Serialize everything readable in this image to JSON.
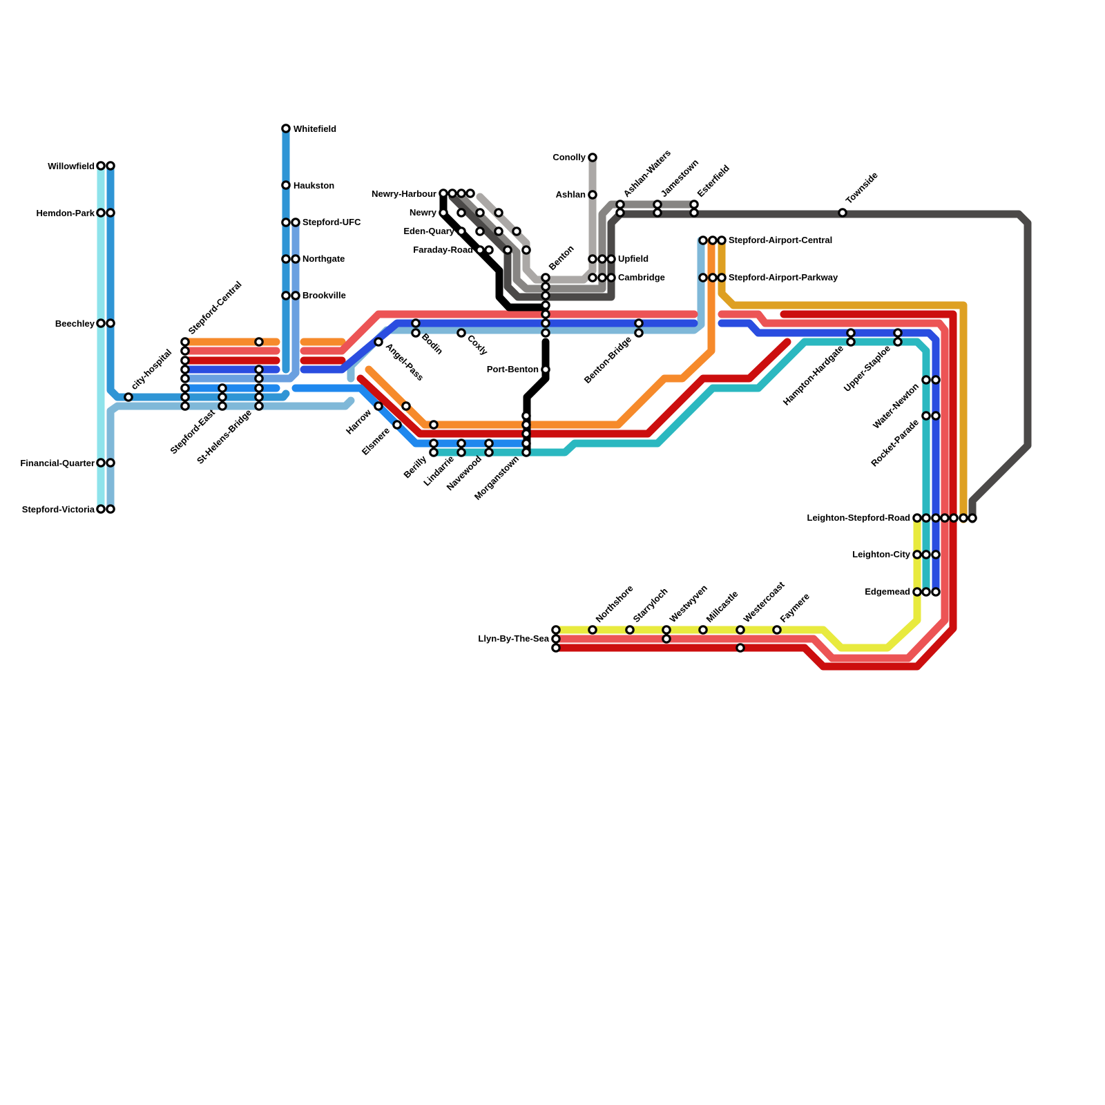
{
  "map": {
    "lines": [
      {
        "id": "light-cyan",
        "color": "#8ee3eb"
      },
      {
        "id": "sky-blue",
        "color": "#2f95d5"
      },
      {
        "id": "powder-blue",
        "color": "#7fb8d8"
      },
      {
        "id": "periwinkle",
        "color": "#6aa0e0"
      },
      {
        "id": "orange",
        "color": "#f68a2b"
      },
      {
        "id": "coral",
        "color": "#ec5455"
      },
      {
        "id": "red",
        "color": "#cc0e0e"
      },
      {
        "id": "royal-blue",
        "color": "#2a4de0"
      },
      {
        "id": "azure",
        "color": "#1f88ee"
      },
      {
        "id": "teal",
        "color": "#2bb8c0"
      },
      {
        "id": "black",
        "color": "#000000"
      },
      {
        "id": "silver",
        "color": "#aba8a6"
      },
      {
        "id": "grey",
        "color": "#878583"
      },
      {
        "id": "dark-grey",
        "color": "#4b4948"
      },
      {
        "id": "gold",
        "color": "#dea022"
      },
      {
        "id": "yellow",
        "color": "#e8ea3e"
      }
    ],
    "stations": [
      "Willowfield",
      "Hemdon-Park",
      "Beechley",
      "Financial-Quarter",
      "Stepford-Victoria",
      "city-hospital",
      "Stepford-Central",
      "Stepford-East",
      "St-Helens-Bridge",
      "Whitefield",
      "Haukston",
      "Stepford-UFC",
      "Northgate",
      "Brookville",
      "Angel-Pass",
      "Bodin",
      "Coxly",
      "Harrow",
      "Elsmere",
      "Berilly",
      "Lindarrie",
      "Navewood",
      "Morganstown",
      "Newry-Harbour",
      "Newry",
      "Eden-Quary",
      "Faraday-Road",
      "Benton",
      "Port-Benton",
      "Conolly",
      "Ashlan",
      "Ashlan-Waters",
      "Jamestown",
      "Esterfield",
      "Upfield",
      "Cambridge",
      "Benton-Bridge",
      "Stepford-Airport-Central",
      "Stepford-Airport-Parkway",
      "Townside",
      "Hampton-Hardgate",
      "Upper-Staploe",
      "Water-Newton",
      "Rocket-Parade",
      "Leighton-Stepford-Road",
      "Leighton-City",
      "Edgemead",
      "Llyn-By-The-Sea",
      "Northshore",
      "Starryloch",
      "Westwyven",
      "Millcastle",
      "Westercoast",
      "Faymere"
    ]
  }
}
